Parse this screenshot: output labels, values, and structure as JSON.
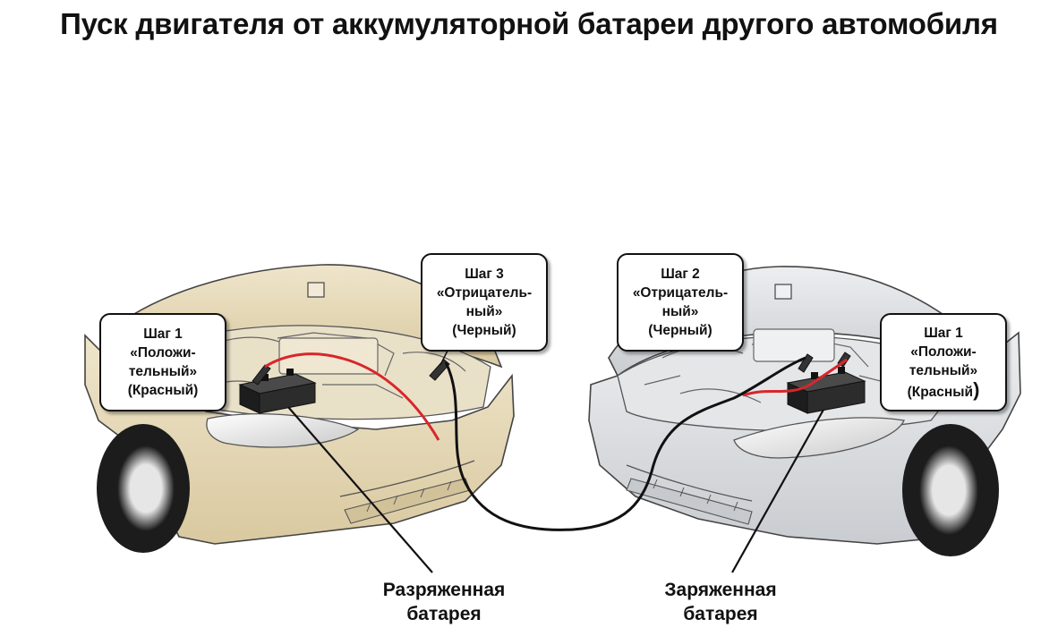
{
  "title": "Пуск двигателя от аккумуляторной батареи другого автомобиля",
  "callouts": {
    "left_step1": {
      "step": "Шаг 1",
      "line1": "«Положи-",
      "line2": "тельный»",
      "line3": "(Красный)"
    },
    "left_step3": {
      "step": "Шаг 3",
      "line1": "«Отрицатель-",
      "line2": "ный»",
      "line3": "(Черный)"
    },
    "right_step2": {
      "step": "Шаг 2",
      "line1": "«Отрицатель-",
      "line2": "ный»",
      "line3": "(Черный)"
    },
    "right_step1": {
      "step": "Шаг 1",
      "line1": "«Положи-",
      "line2": "тельный»",
      "line3": "(Красный",
      "line3_paren": ")"
    }
  },
  "labels": {
    "discharged": {
      "line1": "Разряженная",
      "line2": "батарея"
    },
    "charged": {
      "line1": "Заряженная",
      "line2": "батарея"
    }
  },
  "colors": {
    "left_car_body": "#e8dcc0",
    "right_car_body": "#dcdee0",
    "cable_red": "#d8262b",
    "cable_black": "#111111",
    "battery": "#2a2a2a"
  },
  "icons": [
    "battery-icon",
    "clamp-icon",
    "wheel-icon"
  ]
}
